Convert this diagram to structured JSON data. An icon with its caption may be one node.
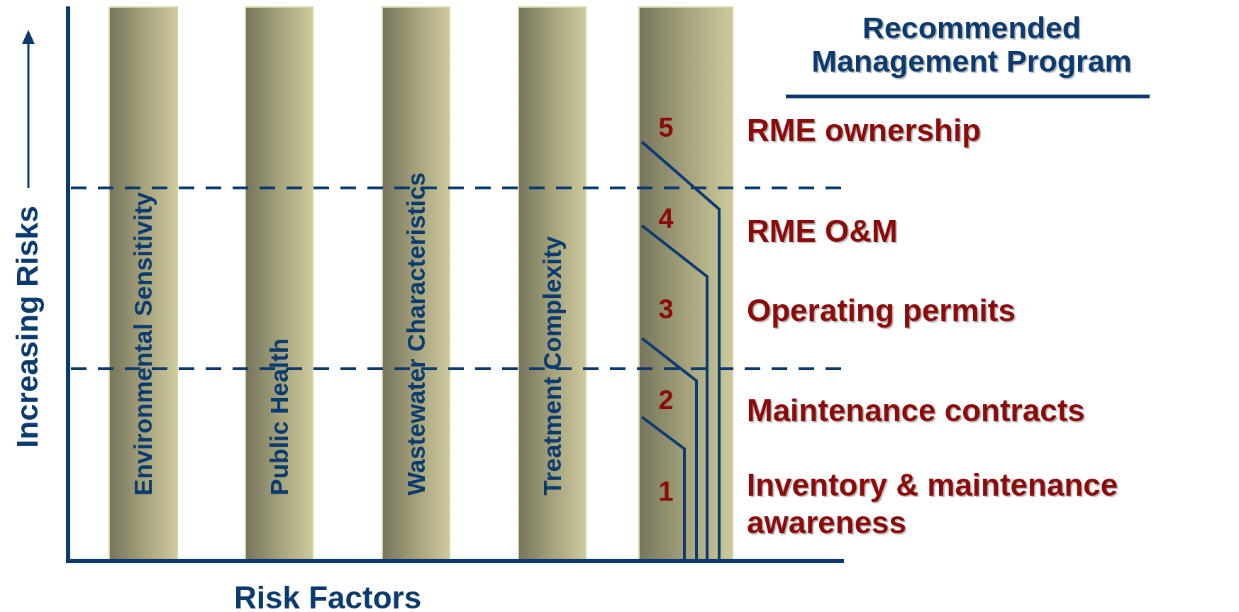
{
  "diagram": {
    "nodes": [
      {
        "text": [
          "Environmental Sensitivity"
        ]
      },
      {
        "text": [
          "Public Health"
        ]
      },
      {
        "text": [
          "Wastewater Characteristics"
        ]
      },
      {
        "text": [
          "Treatment Complexity"
        ]
      },
      {
        "text": [
          "5",
          "4",
          "3",
          "2",
          "1"
        ]
      }
    ],
    "labels": [
      "Recommended Management Program",
      "RME ownership",
      "RME O&M",
      "Operating permits",
      "Maintenance contracts",
      "Inventory & maintenance awareness",
      "Increasing Risks",
      "Risk Factors"
    ]
  }
}
